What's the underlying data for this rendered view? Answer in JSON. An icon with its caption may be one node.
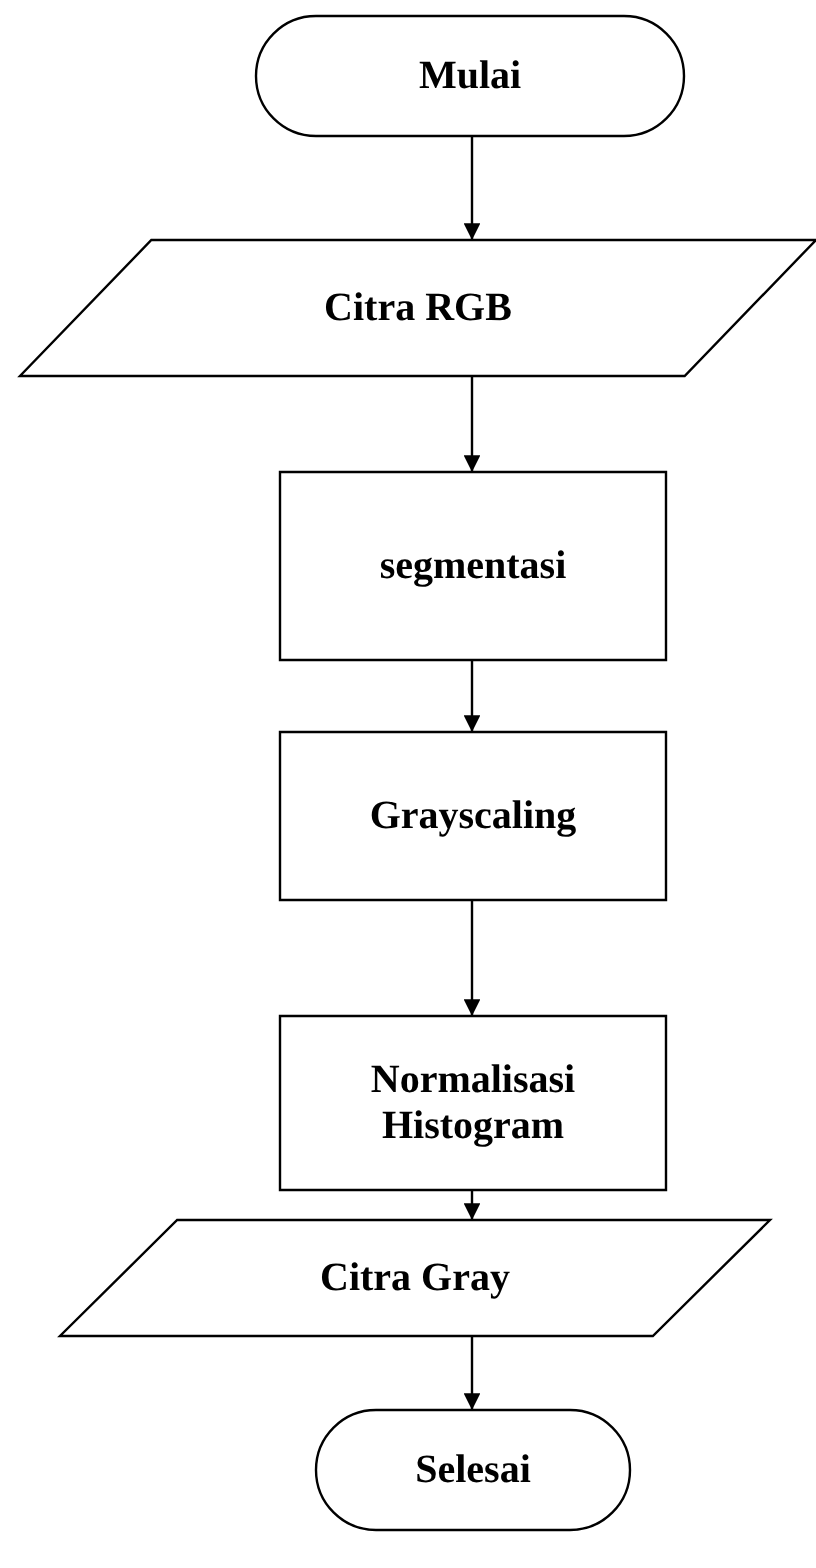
{
  "diagram": {
    "nodes": [
      {
        "text": [
          "Mulai"
        ]
      },
      {
        "text": [
          "Citra RGB"
        ]
      },
      {
        "text": [
          "segmentasi"
        ]
      },
      {
        "text": [
          "Grayscaling"
        ]
      },
      {
        "text": [
          "Normalisasi Histogram"
        ]
      },
      {
        "text": [
          "Citra Gray"
        ]
      },
      {
        "text": [
          "Selesai"
        ]
      }
    ],
    "edges": [
      {
        "from": 0,
        "to": 1,
        "arrow": "to"
      },
      {
        "from": 1,
        "to": 2,
        "arrow": "to"
      },
      {
        "from": 2,
        "to": 3,
        "arrow": "to"
      },
      {
        "from": 3,
        "to": 4,
        "arrow": "to"
      },
      {
        "from": 4,
        "to": 5,
        "arrow": "to"
      },
      {
        "from": 5,
        "to": 6,
        "arrow": "to"
      }
    ]
  }
}
